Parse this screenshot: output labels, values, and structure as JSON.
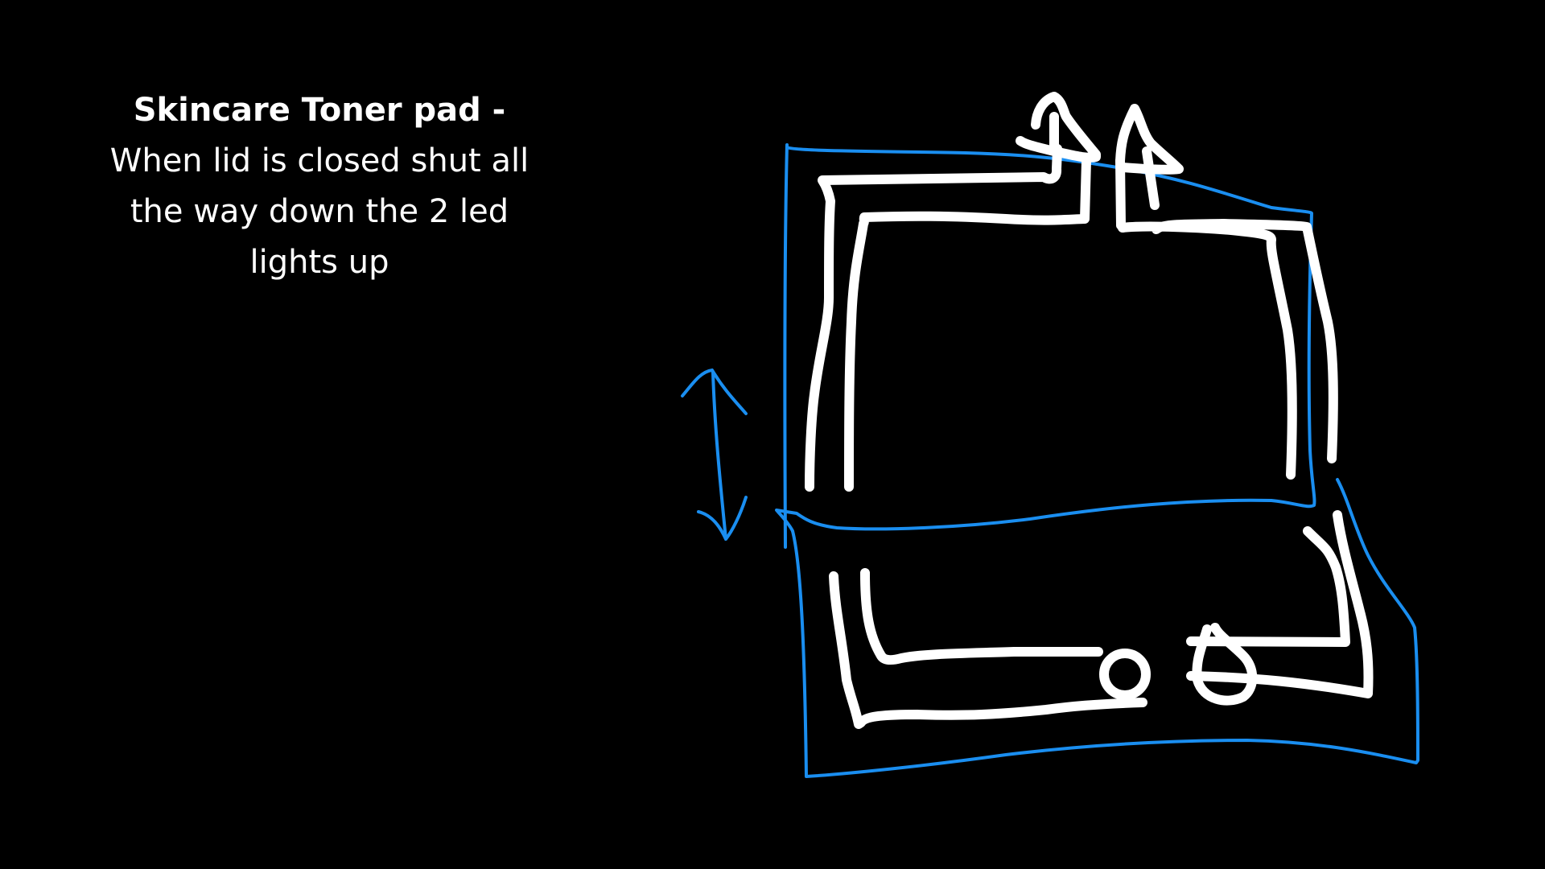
{
  "caption": {
    "title": "Skincare Toner pad -",
    "lines": [
      "When lid is closed shut all",
      "the way down the 2 led",
      "lights up"
    ]
  },
  "colors": {
    "background": "#000000",
    "sketch_white": "#ffffff",
    "sketch_blue": "#1a8ef0"
  },
  "sketch": {
    "elements": [
      "lid-outline",
      "base-outline",
      "led-wire-loop",
      "up-arrows",
      "hinge-motion-arrow",
      "led-circles"
    ]
  }
}
